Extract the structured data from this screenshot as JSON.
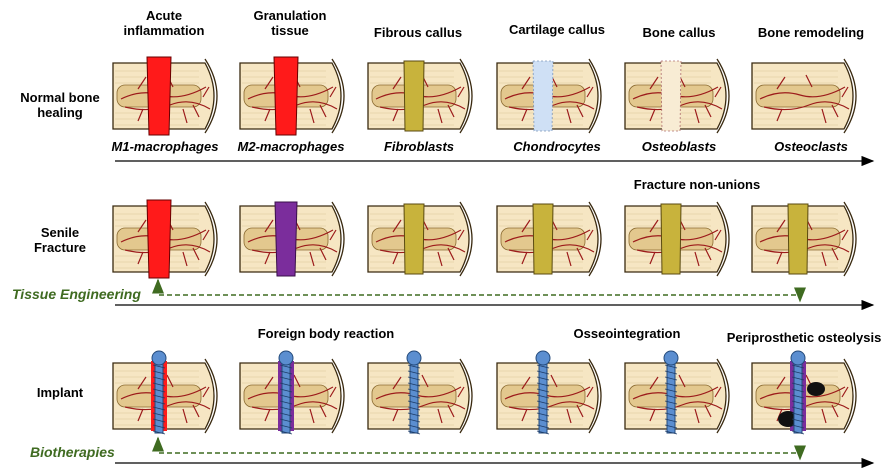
{
  "stage_headers": [
    {
      "id": "acute",
      "text": "Acute\ninflammation"
    },
    {
      "id": "granulation",
      "text": "Granulation\ntissue"
    },
    {
      "id": "fibrous",
      "text": "Fibrous callus"
    },
    {
      "id": "cartilage",
      "text": "Cartilage callus"
    },
    {
      "id": "bone",
      "text": "Bone callus"
    },
    {
      "id": "remodeling",
      "text": "Bone remodeling"
    }
  ],
  "rows": [
    {
      "id": "normal",
      "label": "Normal bone\nhealing"
    },
    {
      "id": "senile",
      "label": "Senile\nFracture"
    },
    {
      "id": "implant",
      "label": "Implant"
    }
  ],
  "cell_types": [
    "M1-macrophages",
    "M2-macrophages",
    "Fibroblasts",
    "Chondrocytes",
    "Osteoblasts",
    "Osteoclasts"
  ],
  "annotations": {
    "non_unions": "Fracture non-unions",
    "tissue_engineering": "Tissue Engineering",
    "foreign_body": "Foreign body reaction",
    "osseointegration": "Osseointegration",
    "osteolysis": "Periprosthetic osteolysis",
    "biotherapies": "Biotherapies"
  },
  "colors": {
    "bone_fill": "#f6e6c3",
    "bone_stroke": "#3a2a10",
    "marrow": "#e3c88e",
    "vessel": "#9c1b1b",
    "inflammation": "#ff1a1a",
    "granulation": "#7b2d9c",
    "fibrous": "#c8b33c",
    "cartilage": "#cfe0f5",
    "implant": "#5b8ed0",
    "accent_green": "#3f6b21"
  }
}
